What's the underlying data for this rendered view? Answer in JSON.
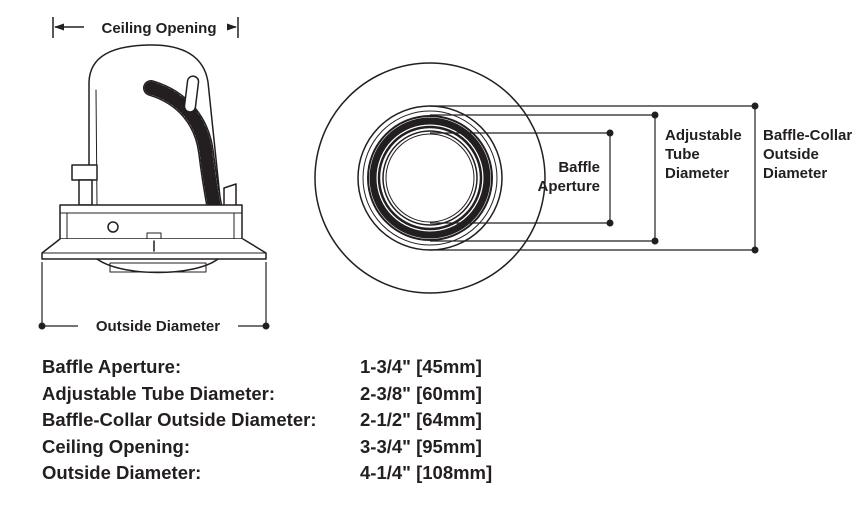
{
  "colors": {
    "ink": "#231f20",
    "background": "#ffffff"
  },
  "side_view": {
    "ceiling_opening_label": "Ceiling Opening",
    "outside_diameter_label": "Outside Diameter"
  },
  "front_view": {
    "baffle_aperture_label": "Baffle\nAperture",
    "adjustable_tube_label": "Adjustable\nTube\nDiameter",
    "baffle_collar_label": "Baffle-Collar\nOutside\nDiameter"
  },
  "specs": {
    "rows": [
      {
        "label": "Baffle Aperture:",
        "value": "1-3/4\" [45mm]"
      },
      {
        "label": "Adjustable Tube Diameter:",
        "value": "2-3/8\" [60mm]"
      },
      {
        "label": "Baffle-Collar Outside Diameter:",
        "value": "2-1/2\" [64mm]"
      },
      {
        "label": "Ceiling Opening:",
        "value": "3-3/4\" [95mm]"
      },
      {
        "label": "Outside Diameter:",
        "value": "4-1/4\" [108mm]"
      }
    ]
  }
}
